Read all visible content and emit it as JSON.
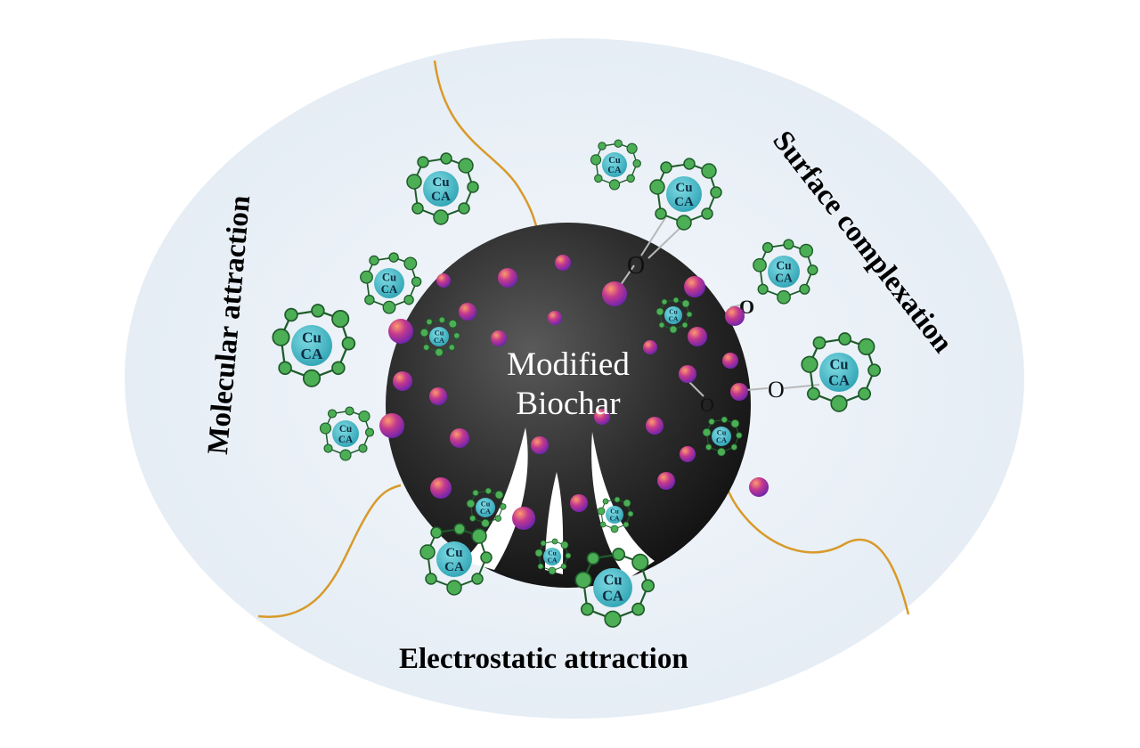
{
  "diagram": {
    "center_label": {
      "line1": "Modified",
      "line2": "Biochar"
    },
    "mechanisms": {
      "left": "Molecular attraction",
      "right": "Surface complexation",
      "bottom": "Electrostatic attraction"
    },
    "complex_label": {
      "top": "Cu",
      "bottom": "CA"
    },
    "oxygen_label": "O",
    "colors": {
      "background_ellipse": "#e9f0f7",
      "biochar": "#2b2b2b",
      "complex_center": "#4bbfcc",
      "complex_ring": "#4cae55",
      "ion_sphere": "#a63cc4",
      "tether": "#d89a2a"
    }
  }
}
